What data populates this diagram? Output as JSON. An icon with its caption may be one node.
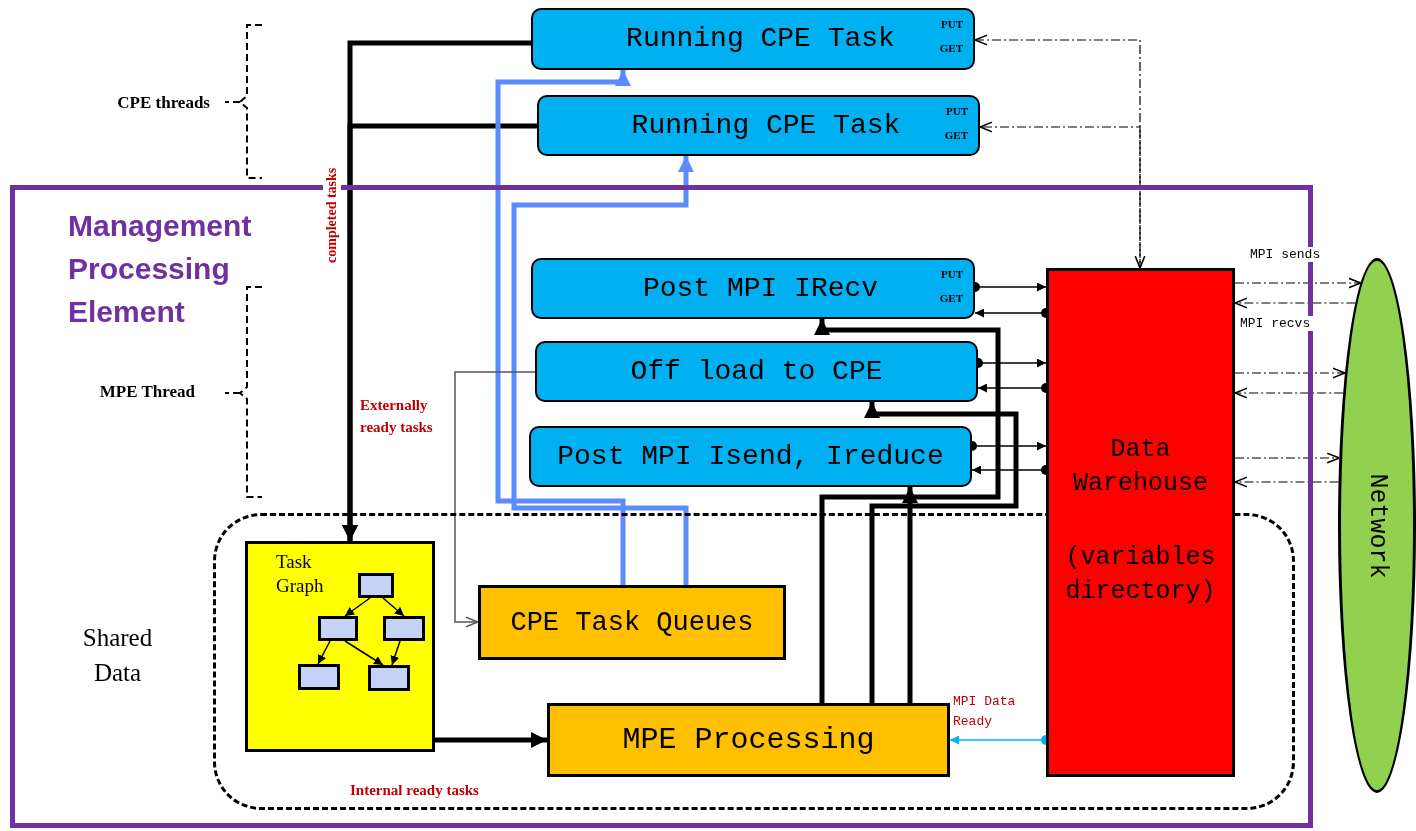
{
  "diagram": {
    "nodes": [
      {
        "text": [
          "Management Processing Element"
        ]
      },
      {
        "text": [
          "Running CPE Task",
          "PUT",
          "GET"
        ]
      },
      {
        "text": [
          "Running CPE Task",
          "PUT",
          "GET"
        ]
      },
      {
        "text": [
          "Post MPI IRecv",
          "PUT",
          "GET"
        ],
        "in": 0
      },
      {
        "text": [
          "Off load to CPE"
        ],
        "in": 0
      },
      {
        "text": [
          "Post MPI Isend, Ireduce"
        ],
        "in": 0
      },
      {
        "text": [],
        "shape": "box",
        "beside": [
          "Shared Data"
        ],
        "in": 0
      },
      {
        "text": [
          "Task Graph"
        ],
        "in": 6
      },
      {
        "text": [],
        "shape": "box",
        "in": 7
      },
      {
        "text": [],
        "shape": "box",
        "in": 7
      },
      {
        "text": [],
        "shape": "box",
        "in": 7
      },
      {
        "text": [],
        "shape": "box",
        "in": 7
      },
      {
        "text": [],
        "shape": "box",
        "in": 7
      },
      {
        "text": [
          "CPE Task Queues"
        ],
        "in": 6
      },
      {
        "text": [
          "MPE Processing"
        ],
        "in": 6
      },
      {
        "text": [
          "Data Warehouse",
          "(variables directory)"
        ],
        "in": 0
      },
      {
        "text": [
          "Network"
        ]
      }
    ],
    "edges": [
      {
        "from": 1,
        "to": 7,
        "arrow": "to",
        "label": "completed tasks",
        "style": "thick"
      },
      {
        "from": 2,
        "to": 7,
        "arrow": "to",
        "style": "thick"
      },
      {
        "from": 13,
        "to": 1,
        "arrow": "to",
        "style": "thick",
        "color": "#5b8cff"
      },
      {
        "from": 13,
        "to": 2,
        "arrow": "to",
        "style": "thick",
        "color": "#5b8cff"
      },
      {
        "from": 14,
        "to": 3,
        "arrow": "to",
        "style": "thick"
      },
      {
        "from": 14,
        "to": 4,
        "arrow": "to",
        "style": "thick"
      },
      {
        "from": 14,
        "to": 5,
        "arrow": "to",
        "style": "thick"
      },
      {
        "from": 4,
        "to": 13,
        "arrow": "to",
        "label": "Externally ready tasks",
        "color": "#555555"
      },
      {
        "from": 7,
        "to": 14,
        "arrow": "to",
        "label": "Internal ready tasks",
        "style": "thick"
      },
      {
        "from": 15,
        "to": 14,
        "arrow": "to",
        "label": "MPI Data Ready",
        "color": "#00b0f0"
      },
      {
        "from": 3,
        "to": 15,
        "arrow": "to"
      },
      {
        "from": 15,
        "to": 3,
        "arrow": "to"
      },
      {
        "from": 4,
        "to": 15,
        "arrow": "to"
      },
      {
        "from": 15,
        "to": 4,
        "arrow": "to"
      },
      {
        "from": 5,
        "to": 15,
        "arrow": "to"
      },
      {
        "from": 15,
        "to": 5,
        "arrow": "to"
      },
      {
        "from": 1,
        "to": 15,
        "arrow": "both",
        "style": "dashed"
      },
      {
        "from": 15,
        "to": 2,
        "arrow": "to",
        "style": "dashed"
      },
      {
        "from": 15,
        "to": 16,
        "arrow": "to",
        "label": "MPI sends",
        "style": "dashed"
      },
      {
        "from": 16,
        "to": 15,
        "arrow": "to",
        "label": "MPI recvs",
        "style": "dashed"
      },
      {
        "from": 15,
        "to": 16,
        "arrow": "to",
        "style": "dashed"
      },
      {
        "from": 16,
        "to": 15,
        "arrow": "to",
        "style": "dashed"
      },
      {
        "from": 15,
        "to": 16,
        "arrow": "to",
        "style": "dashed"
      },
      {
        "from": 16,
        "to": 15,
        "arrow": "to",
        "style": "dashed"
      },
      {
        "from": 8,
        "to": 9,
        "arrow": "to"
      },
      {
        "from": 8,
        "to": 10,
        "arrow": "to"
      },
      {
        "from": 9,
        "to": 11,
        "arrow": "to"
      },
      {
        "from": 9,
        "to": 12,
        "arrow": "to"
      },
      {
        "from": 10,
        "to": 12,
        "arrow": "to"
      }
    ],
    "labels": [
      "CPE threads",
      "MPE Thread"
    ]
  }
}
